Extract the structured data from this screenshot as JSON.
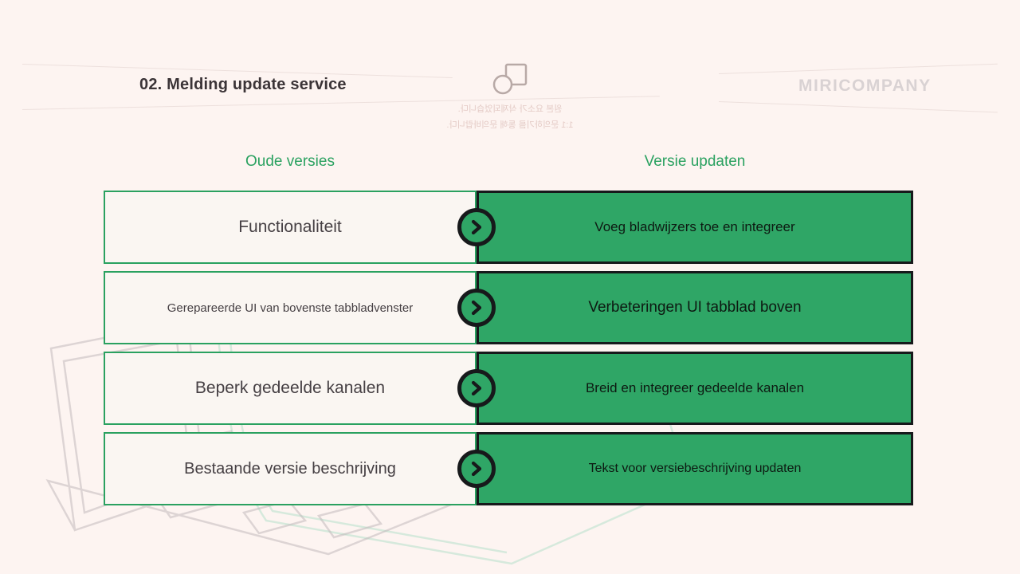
{
  "slide": {
    "title": "02. Melding update service",
    "logo": "MIRICOMPANY",
    "notice": {
      "line1": "원본 요소가 삭제되었습니다.",
      "line2": "1:1 문의하기를 통해 문의바랍니다.",
      "icon": "square-circle-icon"
    },
    "columns": {
      "old_label": "Oude versies",
      "new_label": "Versie updaten"
    },
    "rows": [
      {
        "old": "Functionaliteit",
        "new": "Voeg bladwijzers toe en integreer"
      },
      {
        "old": "Gerepareerde UI van bovenste tabbladvenster",
        "new": "Verbeteringen UI tabblad boven"
      },
      {
        "old": "Beperk gedeelde kanalen",
        "new": "Breid en integreer gedeelde kanalen"
      },
      {
        "old": "Bestaande versie beschrijving",
        "new": "Tekst voor versiebeschrijving updaten"
      }
    ],
    "colors": {
      "background": "#fdf4f1",
      "accent_green": "#2fa666",
      "green_border": "#2aa160",
      "old_box_bg": "#faf6f2",
      "outline_black": "#17191b",
      "title_text": "#3b3437",
      "logo_gray": "#d9d2d3",
      "notice_pink": "#e4cbc6"
    }
  }
}
